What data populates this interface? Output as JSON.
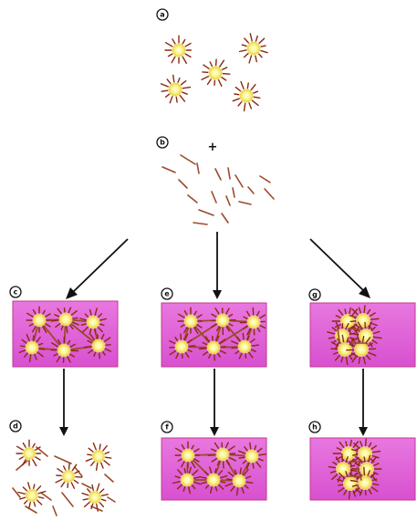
{
  "panels": {
    "a": {
      "label": "a"
    },
    "b": {
      "label": "b"
    },
    "c": {
      "label": "c"
    },
    "d": {
      "label": "d"
    },
    "e": {
      "label": "e"
    },
    "f": {
      "label": "f"
    },
    "g": {
      "label": "g"
    },
    "h": {
      "label": "h"
    }
  },
  "plus_sign": "+",
  "colors": {
    "particle_core": "#f7f48a",
    "particle_glow": "#fff9b0",
    "particle_spike": "#8a2a10",
    "rod": "#9b4a2a",
    "box_fill": "#e060d8",
    "box_edge": "#c23a8a",
    "arrow": "#111111"
  }
}
